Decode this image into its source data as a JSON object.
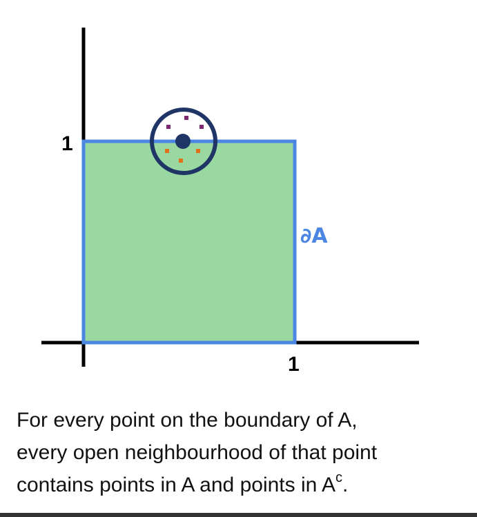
{
  "axes": {
    "x_tick": "1",
    "y_tick": "1"
  },
  "region": {
    "boundary_label": "∂A"
  },
  "caption": {
    "line1": "For every point on the boundary of A,",
    "line2": "every open neighbourhood of that point",
    "line3_before": "contains points in A and points in A",
    "line3_sup": "c",
    "line3_after": "."
  },
  "colors": {
    "region_fill": "#9ad8a1",
    "boundary": "#4a86e2",
    "circle": "#1f3566",
    "point": "#1f3566",
    "points_outside": "#7a2a6e",
    "points_inside": "#e0701a",
    "axes": "#000000"
  }
}
